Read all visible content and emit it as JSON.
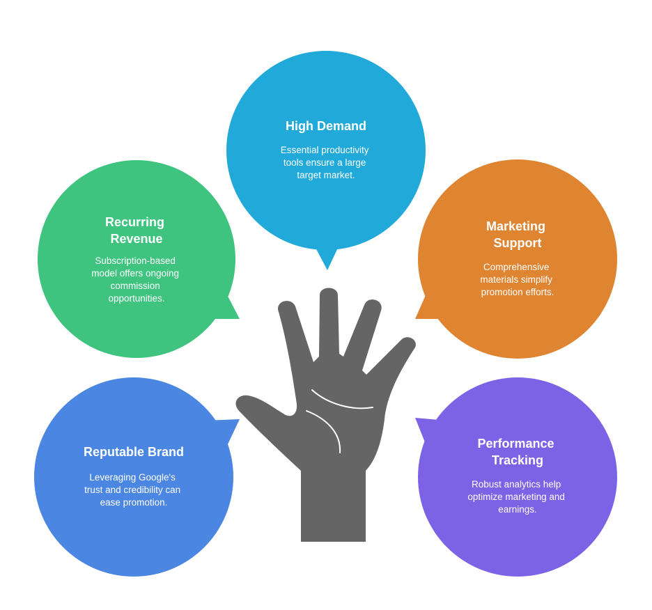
{
  "colors": {
    "background": "#ffffff",
    "hand": "#656565",
    "palm_lines": "#ffffff",
    "text": "#ffffff"
  },
  "icons": {
    "center": "raised-hand-icon"
  },
  "bubbles": [
    {
      "id": "high-demand",
      "color": "#21a9d9",
      "title_lines": [
        "High Demand"
      ],
      "desc_lines": [
        "Essential productivity",
        "tools ensure a large",
        "target market."
      ]
    },
    {
      "id": "recurring-revenue",
      "color": "#3ec47f",
      "title_lines": [
        "Recurring",
        "Revenue"
      ],
      "desc_lines": [
        "Subscription-based",
        "model offers ongoing",
        "commission",
        "opportunities."
      ]
    },
    {
      "id": "marketing-support",
      "color": "#df8431",
      "title_lines": [
        "Marketing",
        "Support"
      ],
      "desc_lines": [
        "Comprehensive",
        "materials simplify",
        "promotion efforts."
      ]
    },
    {
      "id": "reputable-brand",
      "color": "#4b86e3",
      "title_lines": [
        "Reputable Brand"
      ],
      "desc_lines": [
        "Leveraging Google's",
        "trust and credibility can",
        "ease promotion."
      ]
    },
    {
      "id": "performance-tracking",
      "color": "#7c63e6",
      "title_lines": [
        "Performance",
        "Tracking"
      ],
      "desc_lines": [
        "Robust analytics help",
        "optimize marketing and",
        "earnings."
      ]
    }
  ]
}
